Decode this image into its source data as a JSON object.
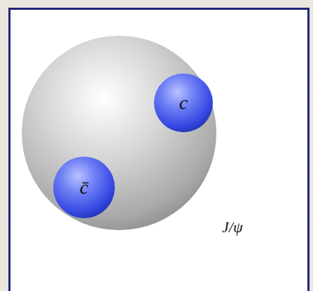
{
  "diagram": {
    "nodes": [
      {
        "text": [
          "J/ψ"
        ]
      },
      {
        "text": [
          "c"
        ],
        "in": 0
      },
      {
        "text": [
          "c̄"
        ],
        "in": 0
      }
    ]
  }
}
